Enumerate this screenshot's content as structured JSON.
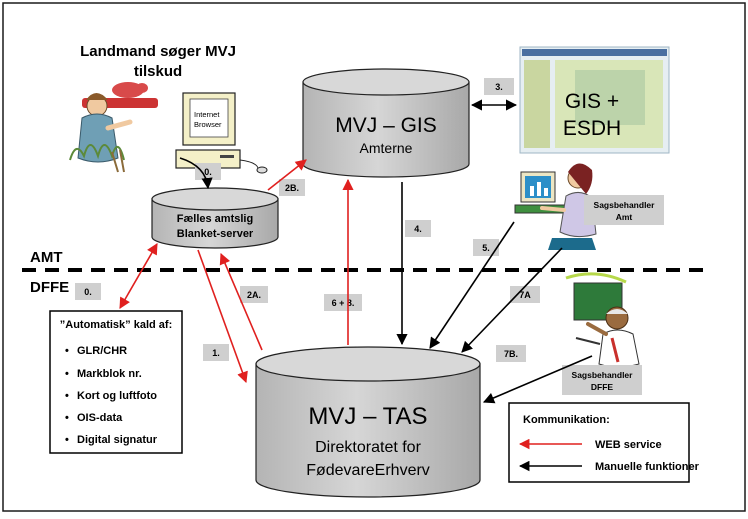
{
  "title": {
    "line1": "Landmand søger MVJ",
    "line2": "tilskud"
  },
  "colors": {
    "web_service": "#e0201f",
    "manual": "#000000",
    "cylinder_fill": "#c8c8c8",
    "label_fill": "#cfcfcf"
  },
  "computer": {
    "screen_line1": "Internet",
    "screen_line2": "Browser"
  },
  "cylinders": {
    "gis": {
      "line1": "MVJ – GIS",
      "line2": "Amterne"
    },
    "blanket": {
      "line1": "Fælles amtslig",
      "line2": "Blanket-server"
    },
    "tas": {
      "line1": "MVJ – TAS",
      "line2": "Direktoratet for",
      "line3": "FødevareErhverv"
    }
  },
  "gis_esdh": {
    "line1": "GIS +",
    "line2": "ESDH"
  },
  "zones": {
    "upper": "AMT",
    "lower": "DFFE"
  },
  "step_labels": {
    "s0_top": "0.",
    "s0_left": "0.",
    "s1": "1.",
    "s2a": "2A.",
    "s2b": "2B.",
    "s3": "3.",
    "s4": "4.",
    "s5": "5.",
    "s68": "6 + 8.",
    "s7a": "7A",
    "s7b": "7B."
  },
  "caseworker_amt": {
    "line1": "Sagsbehandler",
    "line2": "Amt"
  },
  "caseworker_dffe": {
    "line1": "Sagsbehandler",
    "line2": "DFFE"
  },
  "auto_box": {
    "heading": "”Automatisk” kald af:",
    "items": [
      "GLR/CHR",
      "Markblok nr.",
      "Kort og luftfoto",
      "OIS-data",
      "Digital signatur"
    ]
  },
  "legend": {
    "title": "Kommunikation:",
    "items": [
      {
        "label": "WEB service",
        "color": "#e0201f"
      },
      {
        "label": "Manuelle funktioner",
        "color": "#000000"
      }
    ]
  }
}
